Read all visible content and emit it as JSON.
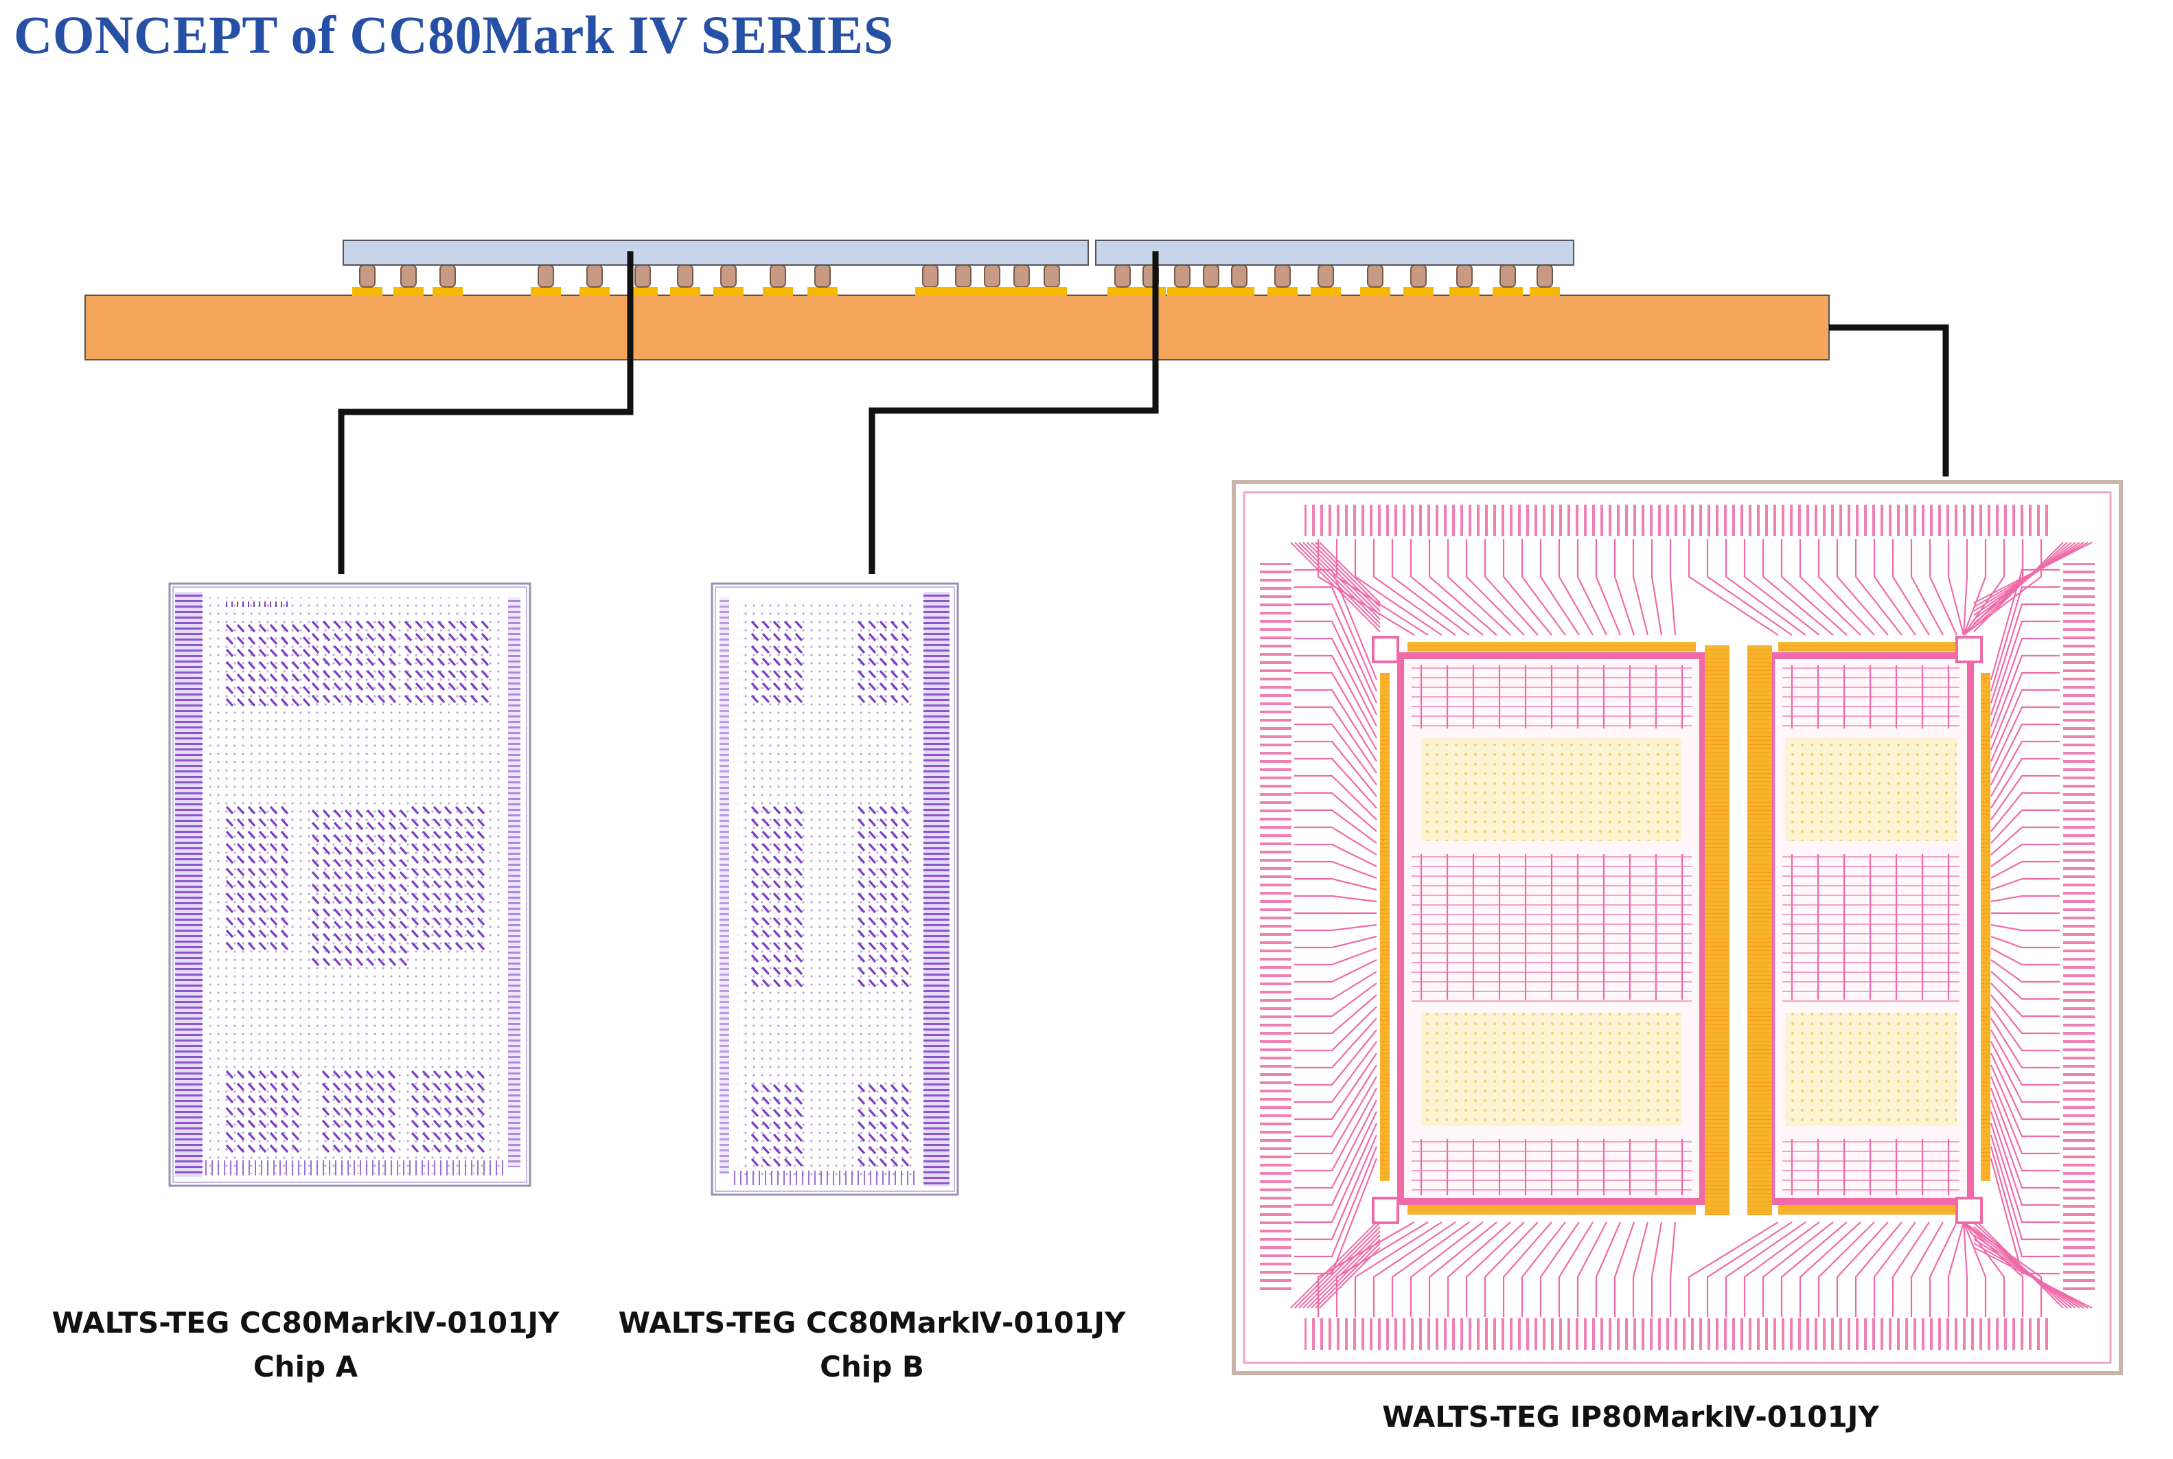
{
  "page": {
    "title": "CONCEPT of CC80Mark IV SERIES"
  },
  "cross_section": {
    "substrate_color": "#f4a65d",
    "chip_color": "#c7d4ec",
    "bump_color": "#c79a84",
    "pad_color": "#f7b800",
    "connector_color": "#111111"
  },
  "chips": [
    {
      "name": "chip-a",
      "caption_line1": "WALTS-TEG CC80MarkⅣ-0101JY",
      "caption_line2": "Chip A",
      "color": "#7a3fc4"
    },
    {
      "name": "chip-b",
      "caption_line1": "WALTS-TEG CC80MarkⅣ-0101JY",
      "caption_line2": "Chip B",
      "color": "#7a3fc4"
    }
  ],
  "interposer": {
    "caption": "WALTS-TEG IP80MarkⅣ-0101JY",
    "trace_color": "#f06aa8",
    "bus_color": "#f7b32b",
    "frame_color": "#c8b4a8"
  }
}
